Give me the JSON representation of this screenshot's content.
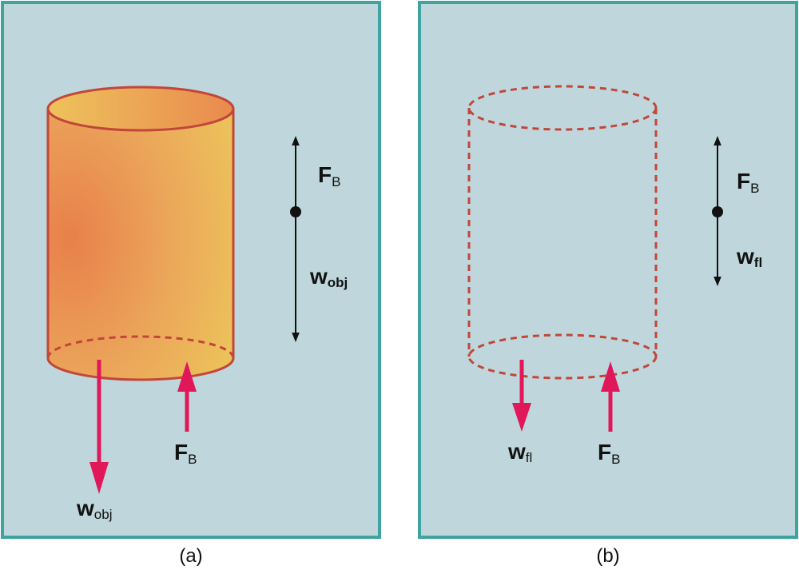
{
  "colors": {
    "panel_fill": "#bfd7dc",
    "panel_border": "#3fa3a0",
    "cylinder_outline": "#c2463a",
    "cylinder_fill_light": "#ecc15a",
    "cylinder_fill_dark": "#e8804a",
    "force_arrow": "#e0185a",
    "small_arrow": "#111111"
  },
  "panel_a": {
    "caption": "(a)",
    "object": "solid cylinder",
    "fb_main": "F",
    "fb_sub": "B",
    "w_main": "w",
    "w_sub": "obj",
    "fbd_fb_main": "F",
    "fbd_fb_sub": "B",
    "fbd_w_main": "w",
    "fbd_w_sub": "obj",
    "fbd_w_relative_length": 1.8,
    "fbd_fb_relative_length": 1.0
  },
  "panel_b": {
    "caption": "(b)",
    "object": "dashed fluid volume",
    "fb_main": "F",
    "fb_sub": "B",
    "w_main": "w",
    "w_sub": "fl",
    "fbd_fb_main": "F",
    "fbd_fb_sub": "B",
    "fbd_w_main": "w",
    "fbd_w_sub": "fl",
    "fbd_w_relative_length": 1.0,
    "fbd_fb_relative_length": 1.0
  }
}
